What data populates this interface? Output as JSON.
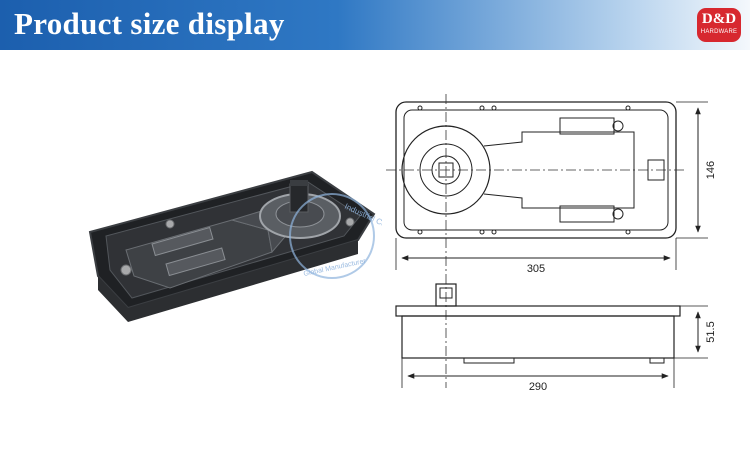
{
  "header": {
    "title": "Product size display"
  },
  "logo": {
    "main": "D&D",
    "sub": "HARDWARE",
    "color": "#d7282f"
  },
  "watermark": {
    "text": "Industrial Co.,Ltd",
    "sub_text": "Global Manufacturer"
  },
  "dimensions": {
    "length": "305",
    "width": "146",
    "height": "51.5",
    "body_length": "290"
  }
}
